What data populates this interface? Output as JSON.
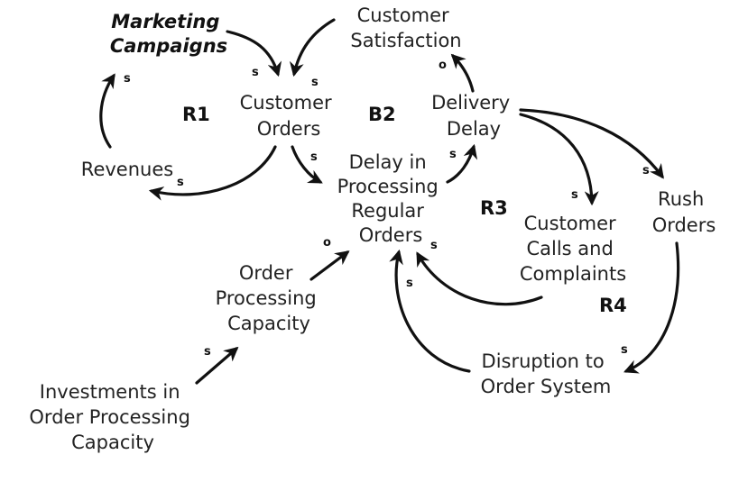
{
  "nodes": {
    "marketing_campaigns": [
      "Marketing",
      "Campaigns"
    ],
    "customer_satisfaction": [
      "Customer",
      "Satisfaction"
    ],
    "customer_orders": [
      "Customer",
      "Orders"
    ],
    "delivery_delay": [
      "Delivery",
      "Delay"
    ],
    "revenues": "Revenues",
    "delay_processing": [
      "Delay in",
      "Processing",
      "Regular",
      "Orders"
    ],
    "customer_calls": [
      "Customer",
      "Calls and",
      "Complaints"
    ],
    "rush_orders": [
      "Rush",
      "Orders"
    ],
    "order_processing_capacity": [
      "Order",
      "Processing",
      "Capacity"
    ],
    "disruption": [
      "Disruption to",
      "Order System"
    ],
    "investments": [
      "Investments in",
      "Order Processing",
      "Capacity"
    ]
  },
  "loops": {
    "r1": "R1",
    "b2": "B2",
    "r3": "R3",
    "r4": "R4"
  },
  "links": [
    {
      "from": "Marketing Campaigns",
      "to": "Customer Orders",
      "polarity": "s"
    },
    {
      "from": "Customer Satisfaction",
      "to": "Customer Orders",
      "polarity": "s"
    },
    {
      "from": "Customer Orders",
      "to": "Revenues",
      "polarity": "s"
    },
    {
      "from": "Revenues",
      "to": "Marketing Campaigns",
      "polarity": "s"
    },
    {
      "from": "Customer Orders",
      "to": "Delay in Processing Regular Orders",
      "polarity": "s"
    },
    {
      "from": "Delay in Processing Regular Orders",
      "to": "Delivery Delay",
      "polarity": "s"
    },
    {
      "from": "Delivery Delay",
      "to": "Customer Satisfaction",
      "polarity": "o"
    },
    {
      "from": "Delivery Delay",
      "to": "Customer Calls and Complaints",
      "polarity": "s"
    },
    {
      "from": "Delivery Delay",
      "to": "Rush Orders",
      "polarity": "s"
    },
    {
      "from": "Customer Calls and Complaints",
      "to": "Delay in Processing Regular Orders",
      "polarity": "s"
    },
    {
      "from": "Rush Orders",
      "to": "Disruption to Order System",
      "polarity": "s"
    },
    {
      "from": "Disruption to Order System",
      "to": "Delay in Processing Regular Orders",
      "polarity": "s"
    },
    {
      "from": "Order Processing Capacity",
      "to": "Delay in Processing Regular Orders",
      "polarity": "o"
    },
    {
      "from": "Investments in Order Processing Capacity",
      "to": "Order Processing Capacity",
      "polarity": "s"
    }
  ]
}
